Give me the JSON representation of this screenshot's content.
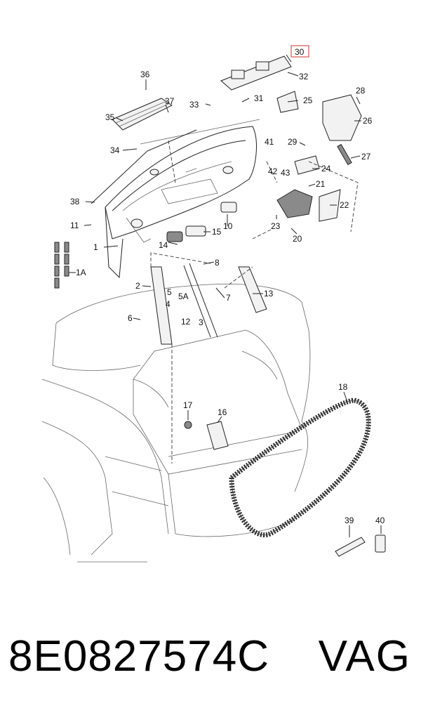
{
  "diagram": {
    "highlighted_callout": "30",
    "highlight_color": "#d9534f",
    "callouts": {
      "c1": "1",
      "c1a": "1A",
      "c2": "2",
      "c3": "3",
      "c4": "4",
      "c5": "5",
      "c5a": "5A",
      "c6": "6",
      "c7": "7",
      "c8": "8",
      "c10": "10",
      "c11": "11",
      "c12": "12",
      "c13": "13",
      "c14": "14",
      "c15": "15",
      "c16": "16",
      "c17": "17",
      "c18": "18",
      "c20": "20",
      "c21": "21",
      "c22": "22",
      "c23": "23",
      "c24": "24",
      "c25": "25",
      "c26": "26",
      "c27": "27",
      "c28": "28",
      "c29": "29",
      "c30": "30",
      "c31": "31",
      "c32": "32",
      "c33": "33",
      "c34": "34",
      "c35": "35",
      "c36": "36",
      "c37": "37",
      "c38": "38",
      "c39": "39",
      "c40": "40",
      "c41": "41",
      "c42": "42",
      "c43": "43"
    }
  },
  "caption": {
    "part_number": "8E0827574C",
    "brand": "VAG"
  }
}
